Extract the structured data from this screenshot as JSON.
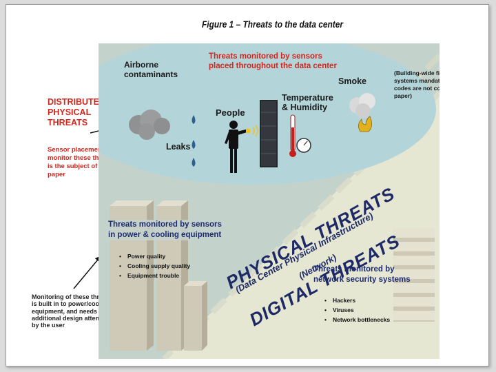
{
  "title": "Figure 1 – Threats to the data center",
  "distributed": {
    "heading": [
      "DISTRIBUTED",
      "PHYSICAL",
      "THREATS"
    ],
    "sensor_note": [
      "Sensor placement to",
      "monitor these threats",
      "is the subject of this",
      "paper"
    ]
  },
  "sensor_threats": {
    "heading": [
      "Threats monitored by sensors",
      "placed throughout the data center"
    ],
    "airborne": [
      "Airborne",
      "contaminants"
    ],
    "people": "People",
    "temperature": [
      "Temperature",
      "& Humidity"
    ],
    "smoke": "Smoke",
    "leaks": "Leaks"
  },
  "fire_note": [
    "(Building-wide fire suppression",
    "systems mandated by building",
    "codes are not covered in this",
    "paper)"
  ],
  "power_cooling": {
    "heading": [
      "Threats monitored by sensors",
      "in power & cooling equipment"
    ],
    "items": [
      "Power quality",
      "Cooling supply quality",
      "Equipment trouble"
    ]
  },
  "builtin_note": [
    "Monitoring of these threats",
    "is built in to power/cooling",
    "equipment, and needs no",
    "additional design attention",
    "by the user"
  ],
  "banners": {
    "physical": "PHYSICAL THREATS",
    "physical_sub": "(Data Center Physical Infrastructure)",
    "digital": "DIGITAL THREATS",
    "digital_sub": "(Network)"
  },
  "network": {
    "heading": [
      "Threats monitored by",
      "network security systems"
    ],
    "items": [
      "Hackers",
      "Viruses",
      "Network bottlenecks"
    ]
  },
  "colors": {
    "red_text": "#d0281e",
    "navy_text": "#1d2a6e",
    "ellipse": "#b3d4d8",
    "physical_area": "#c4d2cc",
    "digital_area": "#e5e7d2",
    "cabinets": "#cfcab8"
  },
  "icons": [
    "water-drop-icon",
    "person-icon",
    "server-rack-icon",
    "thermometer-icon",
    "gauge-icon",
    "smoke-cloud-icon",
    "airborne-dust-icon",
    "fire-icon"
  ]
}
